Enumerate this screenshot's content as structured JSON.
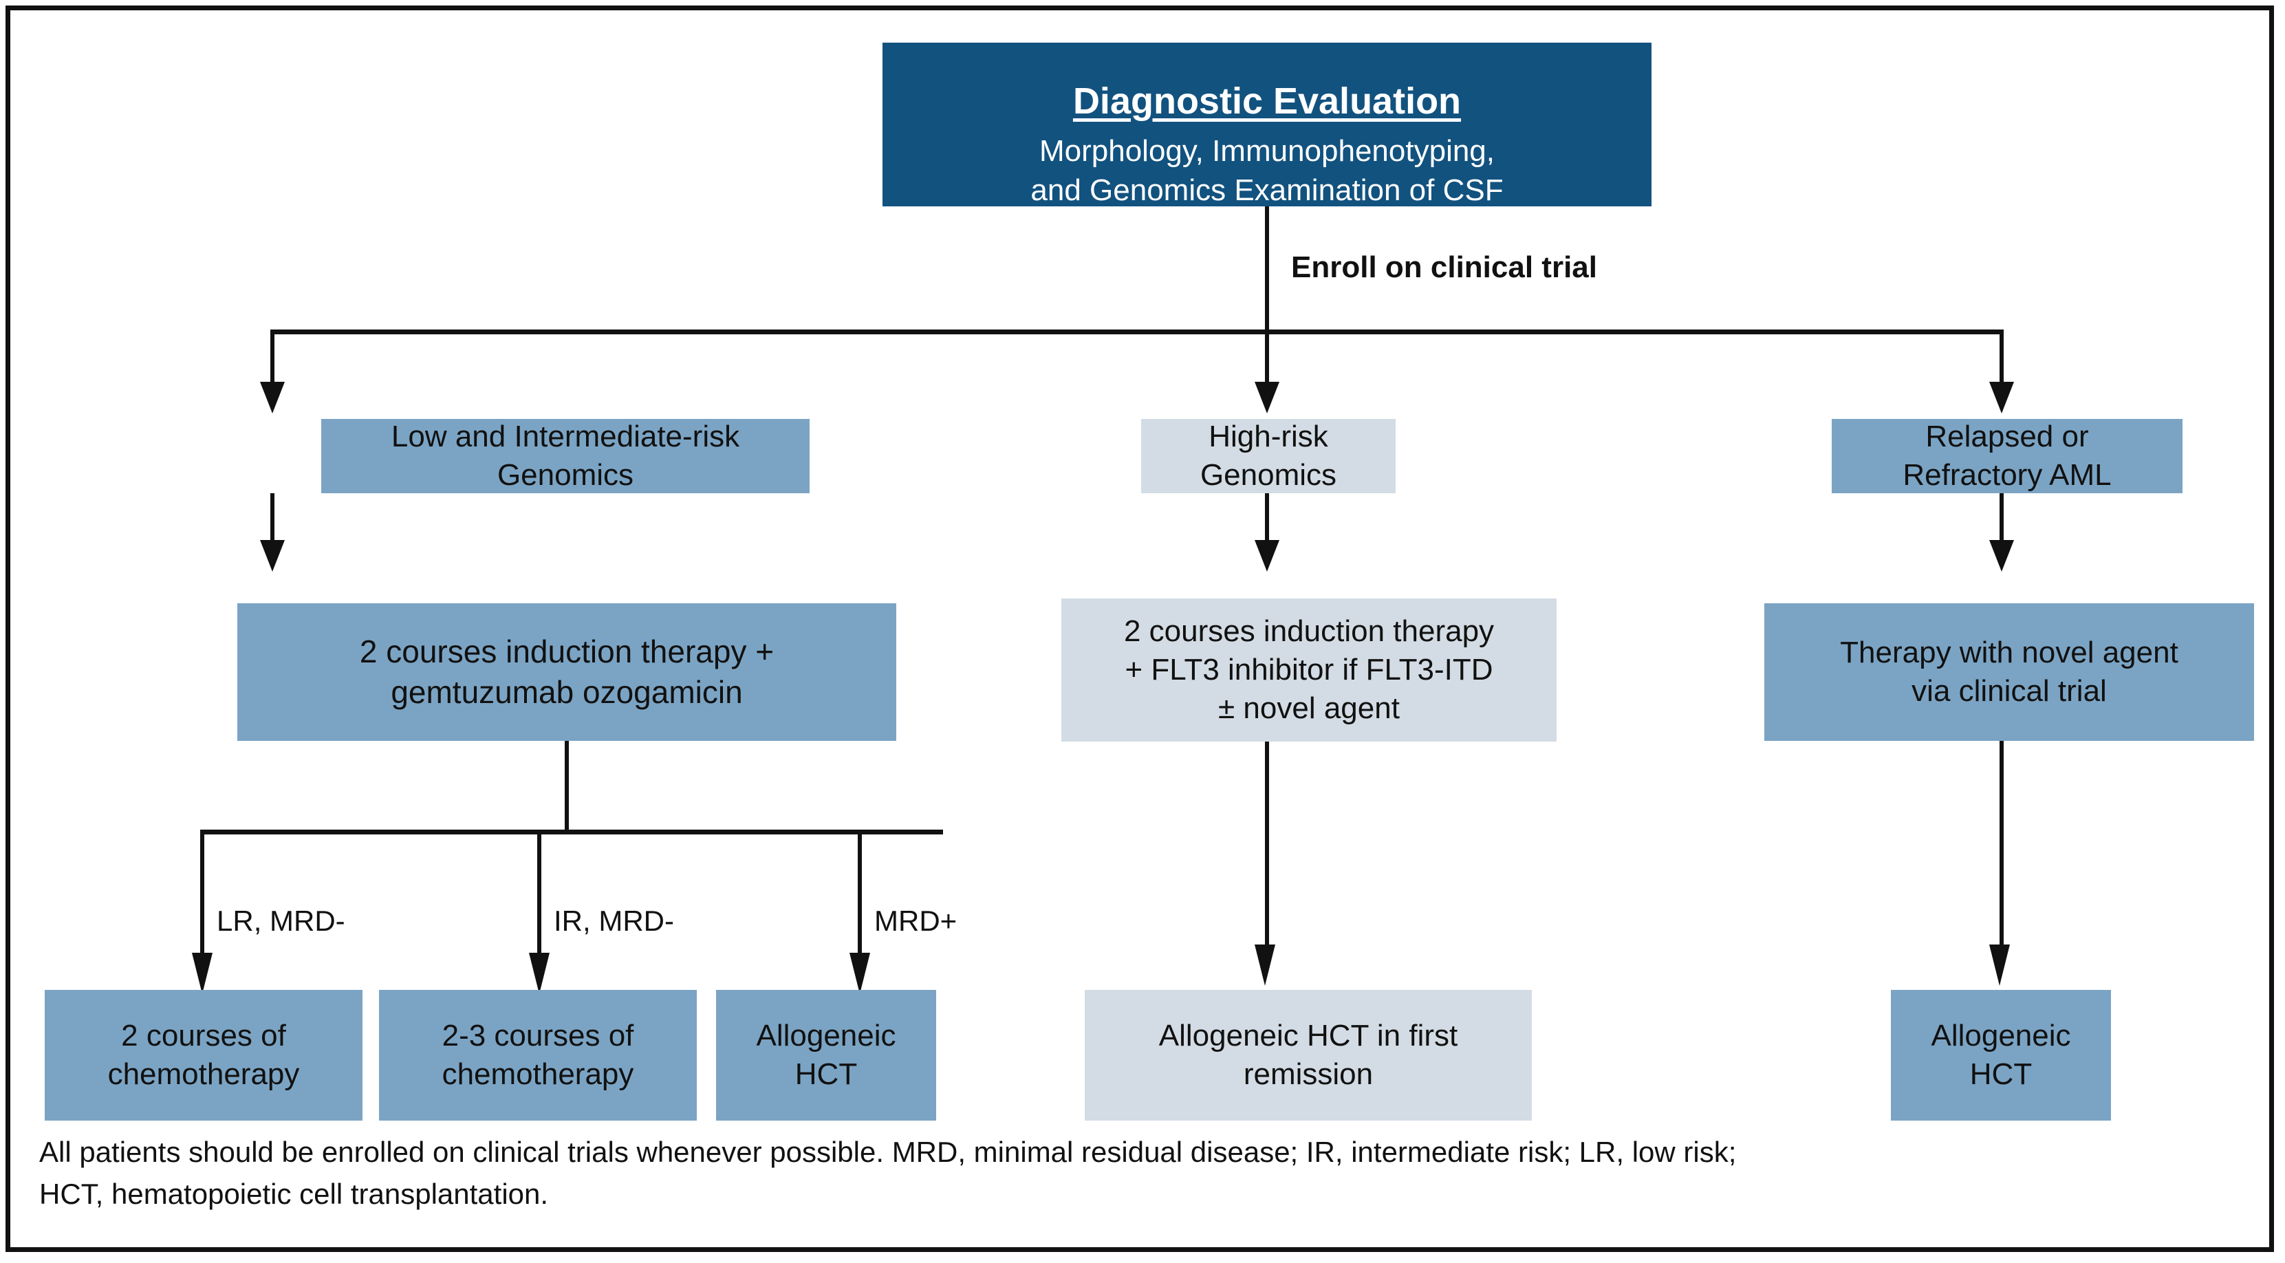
{
  "diagram": {
    "root": {
      "title": "Diagnostic Evaluation",
      "body": "Morphology, Immunophenotyping,\nand Genomics Examination of CSF"
    },
    "root_edge_label": "Enroll on clinical trial",
    "columns": [
      {
        "id": "low-intermediate",
        "risk_box": "Low and Intermediate-risk\nGenomics",
        "therapy_box": "2 courses induction therapy +\ngemtuzumab ozogamicin",
        "branch_labels": [
          "LR, MRD-",
          "IR, MRD-",
          "MRD+"
        ],
        "outcomes": [
          "2 courses of\nchemotherapy",
          "2-3 courses of\nchemotherapy",
          "Allogeneic\nHCT"
        ]
      },
      {
        "id": "high-risk",
        "risk_box": "High-risk\nGenomics",
        "therapy_box": "2 courses induction therapy\n+ FLT3 inhibitor if FLT3-ITD\n± novel agent",
        "outcomes": [
          "Allogeneic HCT in first\nremission"
        ]
      },
      {
        "id": "relapsed-refractory",
        "risk_box": "Relapsed or\nRefractory AML",
        "therapy_box": "Therapy with novel agent\nvia clinical trial",
        "outcomes": [
          "Allogeneic\nHCT"
        ]
      }
    ],
    "footnote": "All patients should be enrolled on clinical trials whenever possible. MRD, minimal residual disease; IR, intermediate risk; LR, low risk;\nHCT, hematopoietic cell transplantation.",
    "colors": {
      "dark_blue": "#12527f",
      "mid_blue": "#7ba4c4",
      "light_blue": "#d3dce4",
      "line": "#111111",
      "background": "#ffffff"
    }
  }
}
